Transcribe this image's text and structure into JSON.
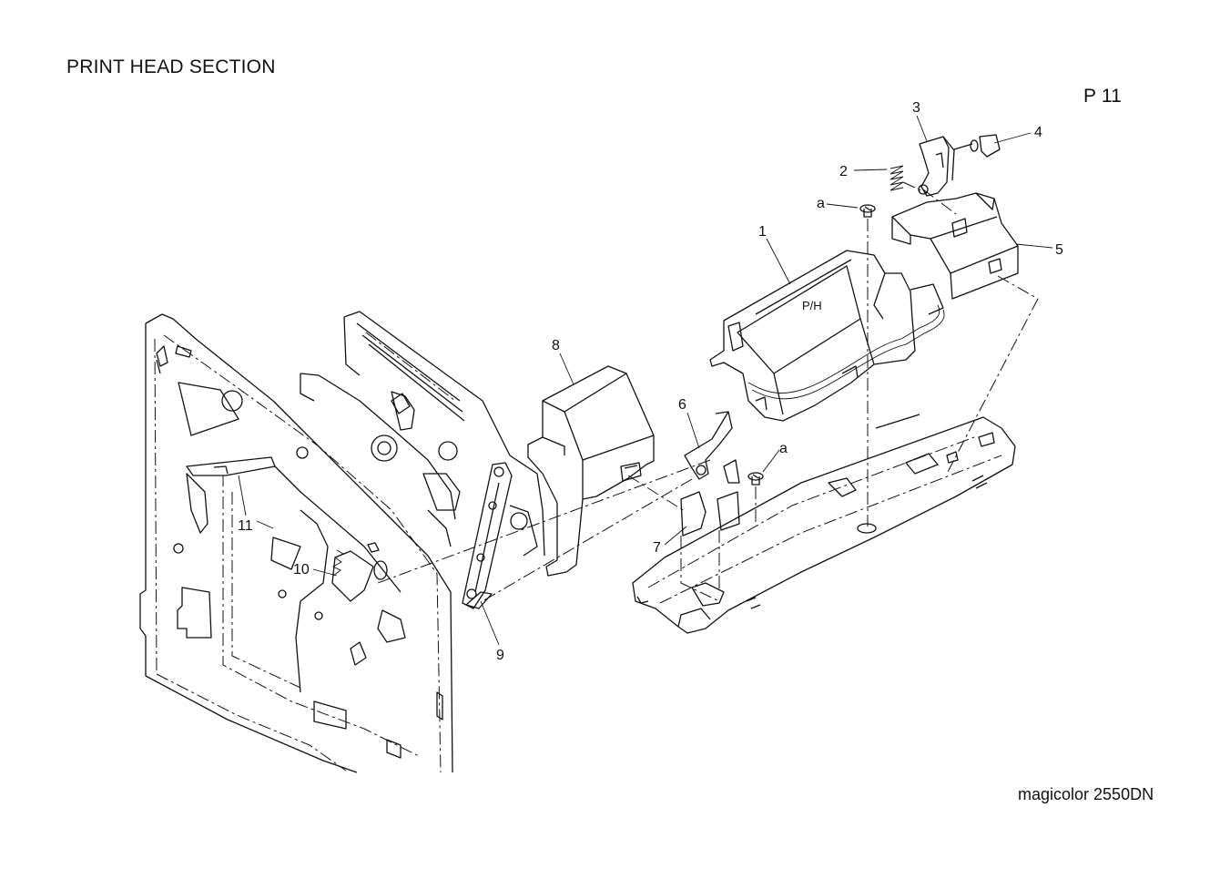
{
  "page": {
    "title": "PRINT HEAD SECTION",
    "page_code": "P 11",
    "model": "magicolor 2550DN"
  },
  "diagram": {
    "unit_label": "P/H",
    "callouts": [
      {
        "id": "c1",
        "label": "1"
      },
      {
        "id": "c2",
        "label": "2"
      },
      {
        "id": "c3",
        "label": "3"
      },
      {
        "id": "c4",
        "label": "4"
      },
      {
        "id": "c5",
        "label": "5"
      },
      {
        "id": "c6",
        "label": "6"
      },
      {
        "id": "c7",
        "label": "7"
      },
      {
        "id": "c8",
        "label": "8"
      },
      {
        "id": "c9",
        "label": "9"
      },
      {
        "id": "c10",
        "label": "10"
      },
      {
        "id": "c11",
        "label": "11"
      },
      {
        "id": "ca1",
        "label": "a"
      },
      {
        "id": "ca2",
        "label": "a"
      }
    ]
  }
}
